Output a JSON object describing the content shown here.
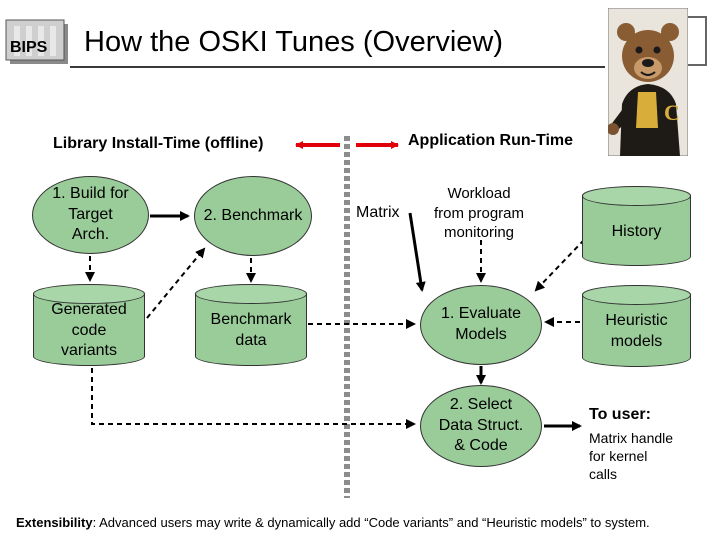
{
  "header": {
    "logo_text": "BIPS",
    "title": "How the OSKI Tunes (Overview)"
  },
  "sections": {
    "offline": "Library Install-Time (offline)",
    "runtime": "Application Run-Time"
  },
  "nodes": {
    "build": "1. Build for\nTarget\nArch.",
    "benchmark": "2. Benchmark",
    "variants": "Generated\ncode\nvariants",
    "benchdata": "Benchmark\ndata",
    "matrix": "Matrix",
    "workload": "Workload\nfrom program\nmonitoring",
    "history": "History",
    "evaluate": "1. Evaluate\nModels",
    "heuristic": "Heuristic\nmodels",
    "select": "2. Select\nData Struct.\n& Code"
  },
  "to_user": {
    "title": "To user:",
    "body": "Matrix handle\nfor kernel\ncalls"
  },
  "footer": {
    "label": "Extensibility",
    "text": ": Advanced users may write & dynamically add “Code variants” and “Heuristic models” to system."
  },
  "colors": {
    "node_fill": "#99cc99",
    "arrow_red": "#e0000a",
    "divider": "#8c8c8c"
  },
  "icons": {
    "mascot": "bear-mascot-photo"
  }
}
